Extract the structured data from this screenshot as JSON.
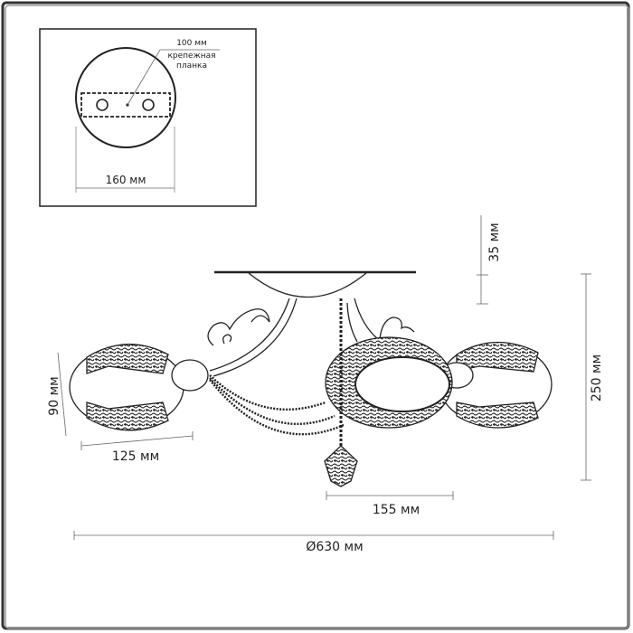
{
  "inset": {
    "mount_dimension": "100 мм",
    "mount_label_line1": "крепежная",
    "mount_label_line2": "планка",
    "base_diameter": "160 мм"
  },
  "dimensions": {
    "base_height": "35 мм",
    "total_height": "250 мм",
    "shade_height": "90 мм",
    "shade_length": "125 мм",
    "arm_offset": "155 мм",
    "total_diameter": "Ø630 мм"
  },
  "colors": {
    "line": "#222222",
    "frame": "#333333"
  }
}
